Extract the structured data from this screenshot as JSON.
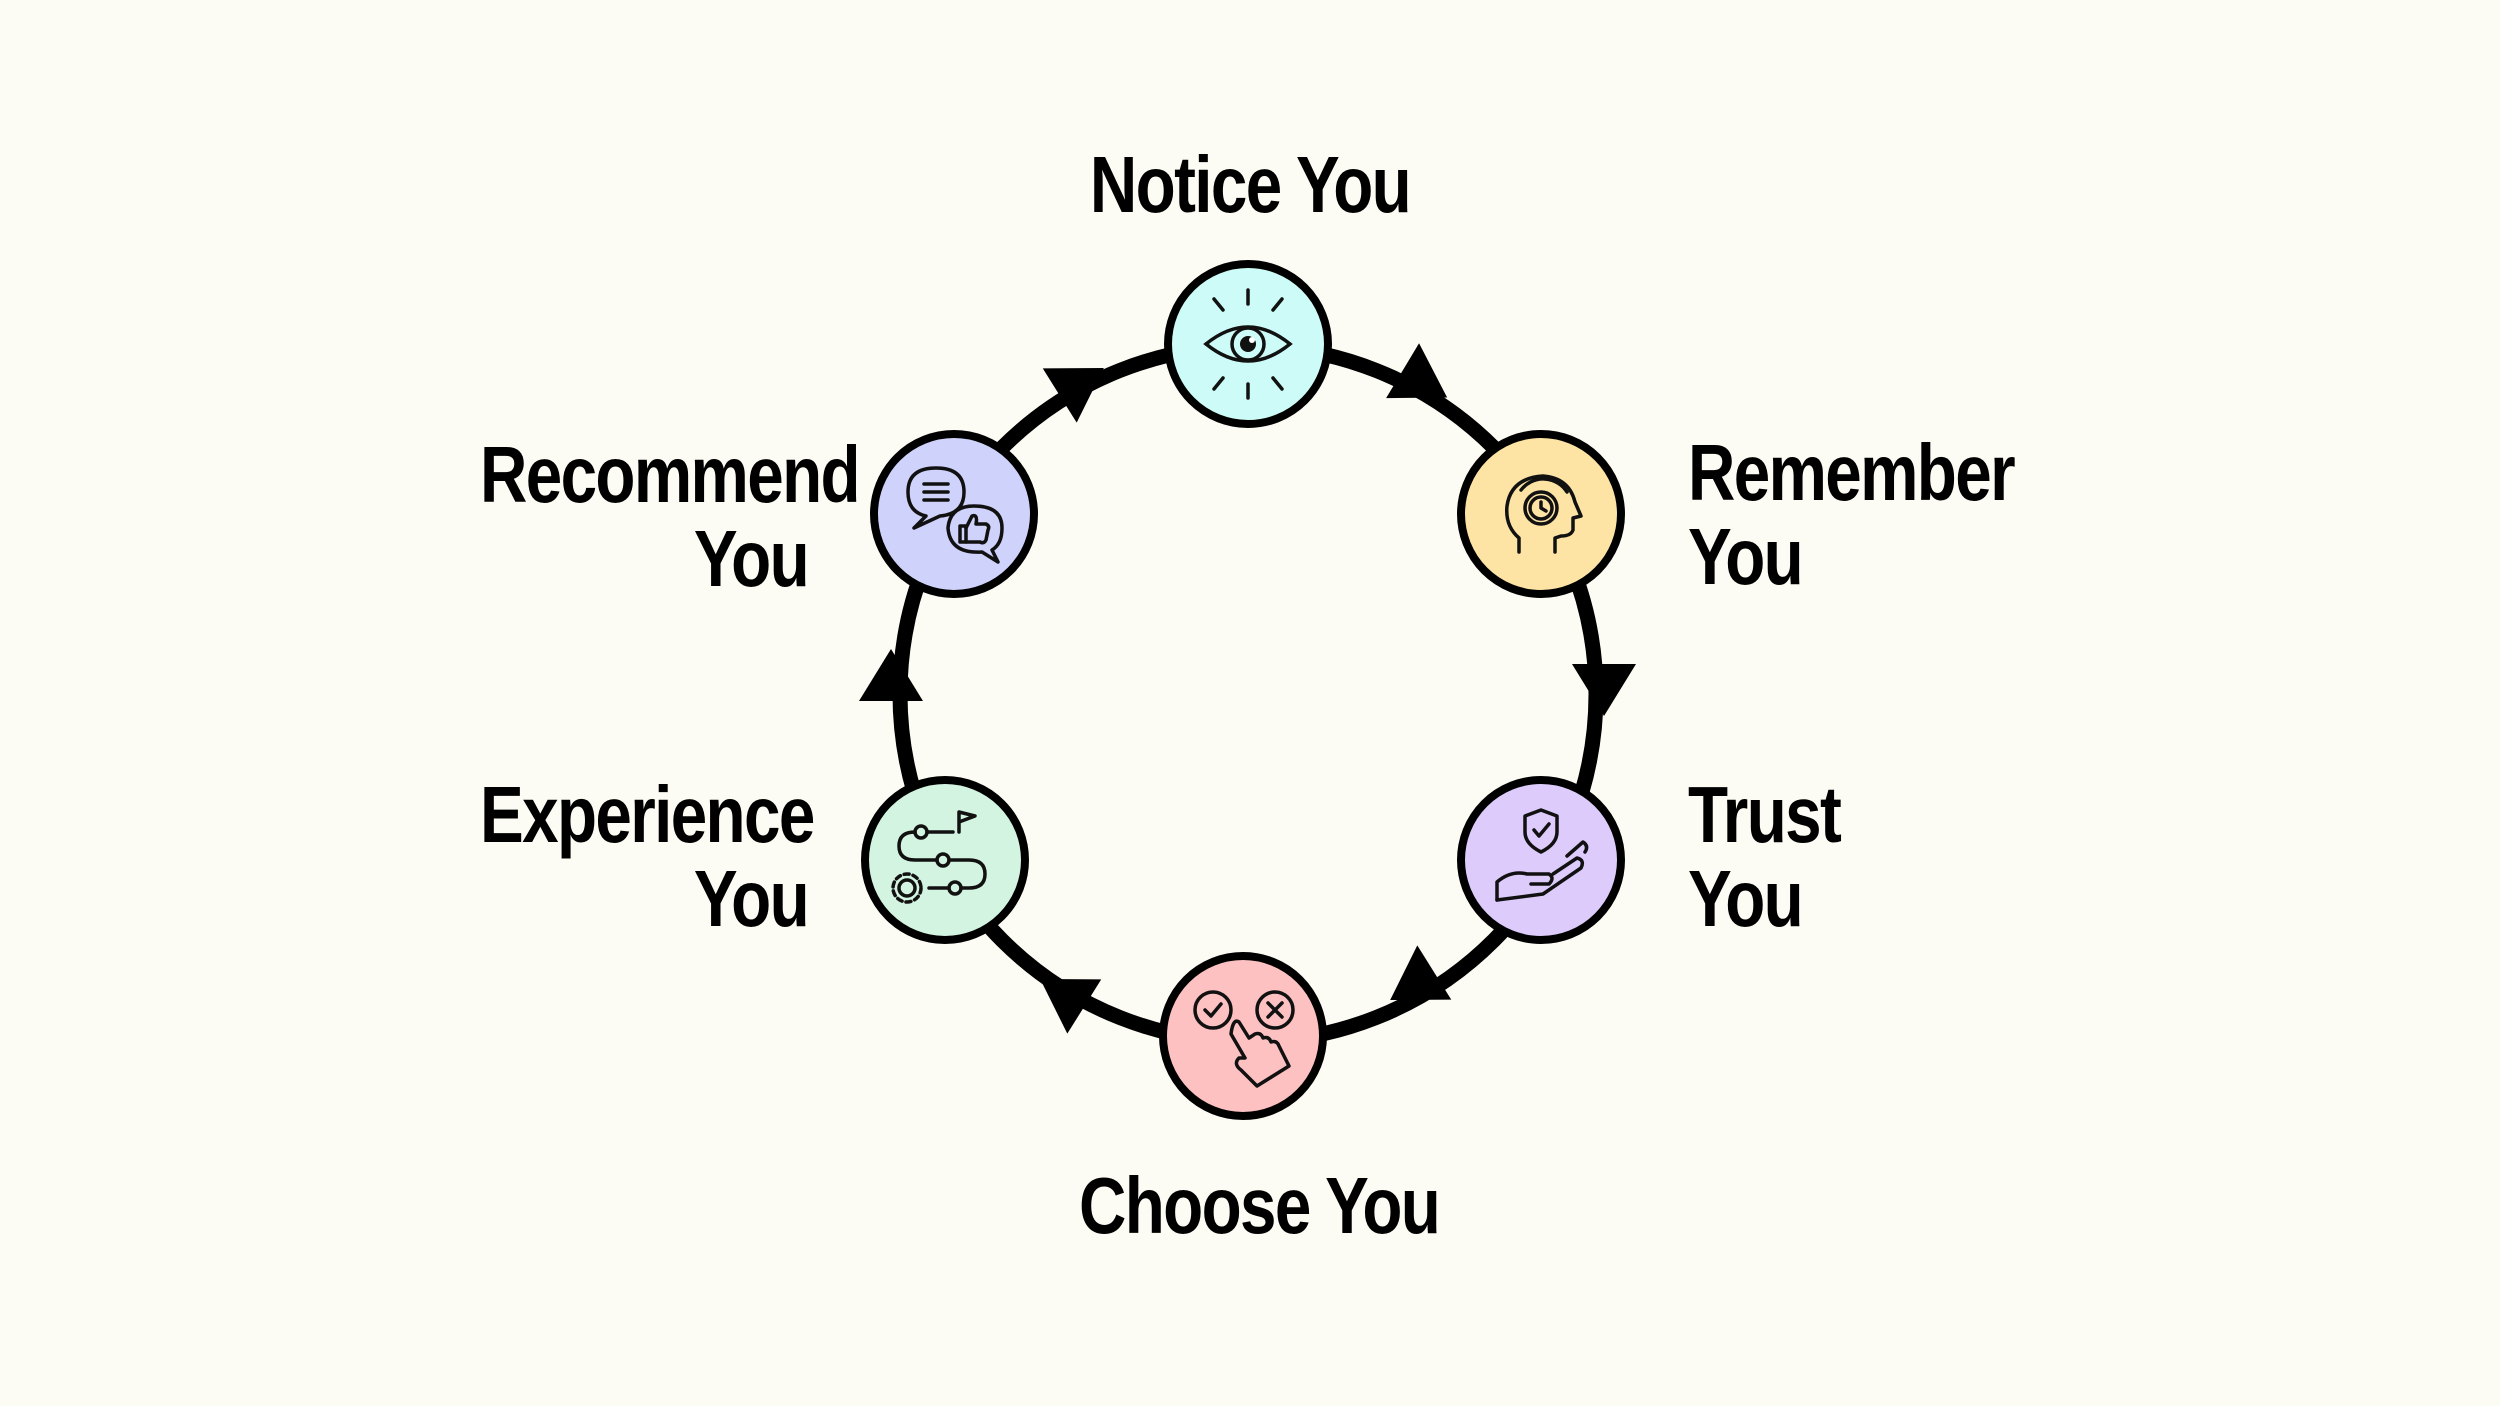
{
  "stages": [
    {
      "id": "notice",
      "lines": [
        "Notice You"
      ],
      "icon": "eye-icon",
      "color": "#ccfbf8"
    },
    {
      "id": "remember",
      "lines": [
        "Remember",
        "You"
      ],
      "icon": "head-clock-icon",
      "color": "#fde4a4"
    },
    {
      "id": "trust",
      "lines": [
        "Trust",
        "You"
      ],
      "icon": "shield-hand-icon",
      "color": "#dccbfb"
    },
    {
      "id": "choose",
      "lines": [
        "Choose You"
      ],
      "icon": "check-cross-tap-icon",
      "color": "#fdc1c1"
    },
    {
      "id": "experience",
      "lines": [
        "Experience",
        "You"
      ],
      "icon": "journey-path-icon",
      "color": "#d4f4e2"
    },
    {
      "id": "recommend",
      "lines": [
        "Recommend",
        "You"
      ],
      "icon": "chat-thumbs-up-icon",
      "color": "#cfd2fb"
    }
  ]
}
